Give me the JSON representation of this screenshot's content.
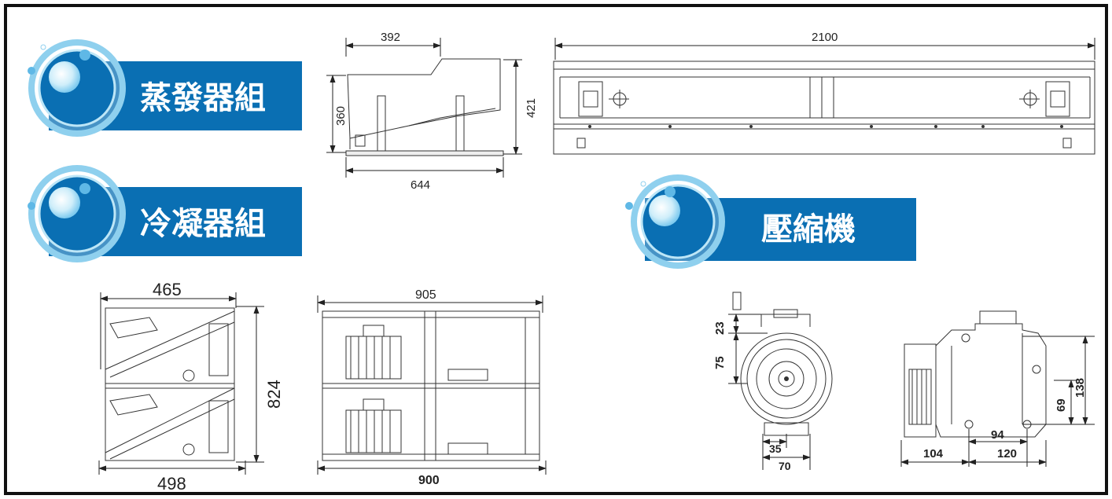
{
  "banners": {
    "evaporator": "蒸發器組",
    "condenser": "冷凝器組",
    "compressor": "壓縮機"
  },
  "evaporator": {
    "side_top_width": "392",
    "side_height_left": "360",
    "side_height_right": "421",
    "side_bottom_width": "644",
    "front_width": "2100"
  },
  "condenser": {
    "side_top_width": "465",
    "side_height": "824",
    "side_bottom_width": "498",
    "front_top_width": "905",
    "front_bottom_width": "900"
  },
  "compressor": {
    "front_top_offset": "23",
    "front_height": "75",
    "front_bottom_small": "35",
    "front_bottom_width": "70",
    "side_height": "138",
    "side_mid_height": "69",
    "side_span": "94",
    "side_left_width": "104",
    "side_right_width": "120"
  },
  "colors": {
    "banner_blue": "#0a6fb3",
    "ring_light": "#8fd0ee",
    "frame": "#111111"
  }
}
